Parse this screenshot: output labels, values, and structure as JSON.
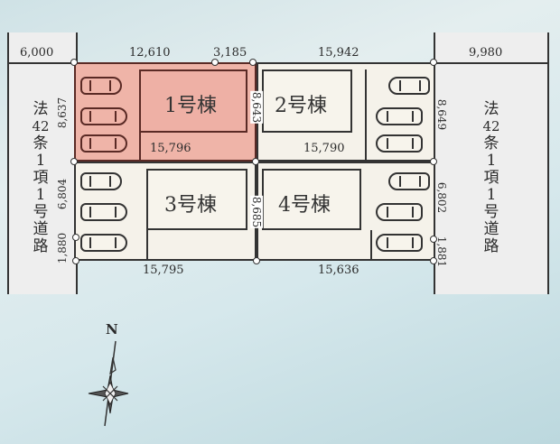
{
  "roads": {
    "left": {
      "label_chars": [
        "法",
        "42",
        "条",
        "1",
        "項",
        "1",
        "号",
        "道",
        "路"
      ],
      "width_dim": "6,000"
    },
    "right": {
      "label_chars": [
        "法",
        "42",
        "条",
        "1",
        "項",
        "1",
        "号",
        "道",
        "路"
      ],
      "width_dim": "9,980"
    }
  },
  "dimensions": {
    "top_lot1_left": "12,610",
    "top_lot1_right": "3,185",
    "top_lot2": "15,942",
    "lot1_bottom": "15,796",
    "lot2_bottom": "15,790",
    "bottom_lot3": "15,795",
    "bottom_lot4": "15,636",
    "left_lot1": "8,637",
    "left_lot3": "6,804",
    "left_lot3_lower": "1,880",
    "center_upper": "8,643",
    "center_lower": "8,685",
    "right_lot2": "8,649",
    "right_lot4": "6,802",
    "right_lot4_lower": "1,881"
  },
  "lots": [
    {
      "id": 1,
      "label": "1号棟",
      "selected": true,
      "highlight_color": "#efb4a8"
    },
    {
      "id": 2,
      "label": "2号棟",
      "selected": false
    },
    {
      "id": 3,
      "label": "3号棟",
      "selected": false
    },
    {
      "id": 4,
      "label": "4号棟",
      "selected": false
    }
  ],
  "compass": {
    "label": "N"
  },
  "colors": {
    "selected_lot": "#efb4a8",
    "lot": "#f5f2ea",
    "road": "#eeeeee",
    "line": "#333333"
  }
}
